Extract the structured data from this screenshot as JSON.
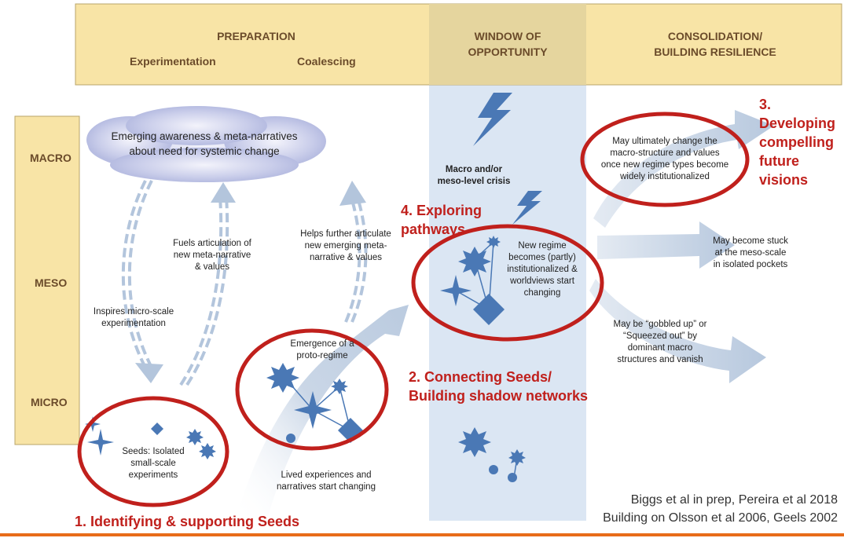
{
  "header": {
    "preparation": "PREPARATION",
    "experimentation": "Experimentation",
    "coalescing": "Coalescing",
    "window_line1": "WINDOW OF",
    "window_line2": "OPPORTUNITY",
    "consolidation_line1": "CONSOLIDATION/",
    "consolidation_line2": "BUILDING RESILIENCE"
  },
  "scales": {
    "macro": "MACRO",
    "meso": "MESO",
    "micro": "MICRO"
  },
  "cloud": {
    "line1": "Emerging awareness & meta-narratives",
    "line2": "about need for systemic change"
  },
  "notes": {
    "fuels_1": "Fuels articulation of",
    "fuels_2": "new meta-narrative",
    "fuels_3": "& values",
    "helps_1": "Helps further articulate",
    "helps_2": "new emerging meta-",
    "helps_3": "narrative & values",
    "inspires_1": "Inspires micro-scale",
    "inspires_2": "experimentation",
    "emergence_1": "Emergence of a",
    "emergence_2": "proto-regime",
    "seeds_1": "Seeds: Isolated",
    "seeds_2": "small-scale",
    "seeds_3": "experiments",
    "lived_1": "Lived experiences and",
    "lived_2": "narratives  start changing",
    "crisis_1": "Macro and/or",
    "crisis_2": "meso-level crisis",
    "regime_1": "New regime",
    "regime_2": "becomes (partly)",
    "regime_3": "institutionalized &",
    "regime_4": "worldviews start",
    "regime_5": "changing",
    "macro_change_1": "May ultimately change the",
    "macro_change_2": "macro-structure and values",
    "macro_change_3": "once new regime types become",
    "macro_change_4": "widely institutionalized",
    "stuck_1": "May become stuck",
    "stuck_2": "at the meso-scale",
    "stuck_3": "in isolated pockets",
    "gobbled_1": "May be “gobbled up” or",
    "gobbled_2": "“Squeezed out” by",
    "gobbled_3": "dominant macro",
    "gobbled_4": "structures and vanish"
  },
  "stages": {
    "s1": "1. Identifying & supporting Seeds",
    "s2_line1": "2. Connecting Seeds/",
    "s2_line2": "Building shadow networks",
    "s3_line1": "3.",
    "s3_line2": "Developing",
    "s3_line3": "compelling",
    "s3_line4": "future",
    "s3_line5": "visions",
    "s4_line1": "4. Exploring",
    "s4_line2": "pathways"
  },
  "citation": {
    "line1": "Biggs et al in prep, Pereira et al 2018",
    "line2": "Building on Olsson et al 2006, Geels 2002"
  },
  "colors": {
    "header_fill": "#f8e4a6",
    "window_fill": "#dbe6f3",
    "cloud": "#b6bde0",
    "arrow": "#b3c5dc",
    "shape": "#4a78b5",
    "red": "#c0201c",
    "rule": "#e86c1a"
  }
}
